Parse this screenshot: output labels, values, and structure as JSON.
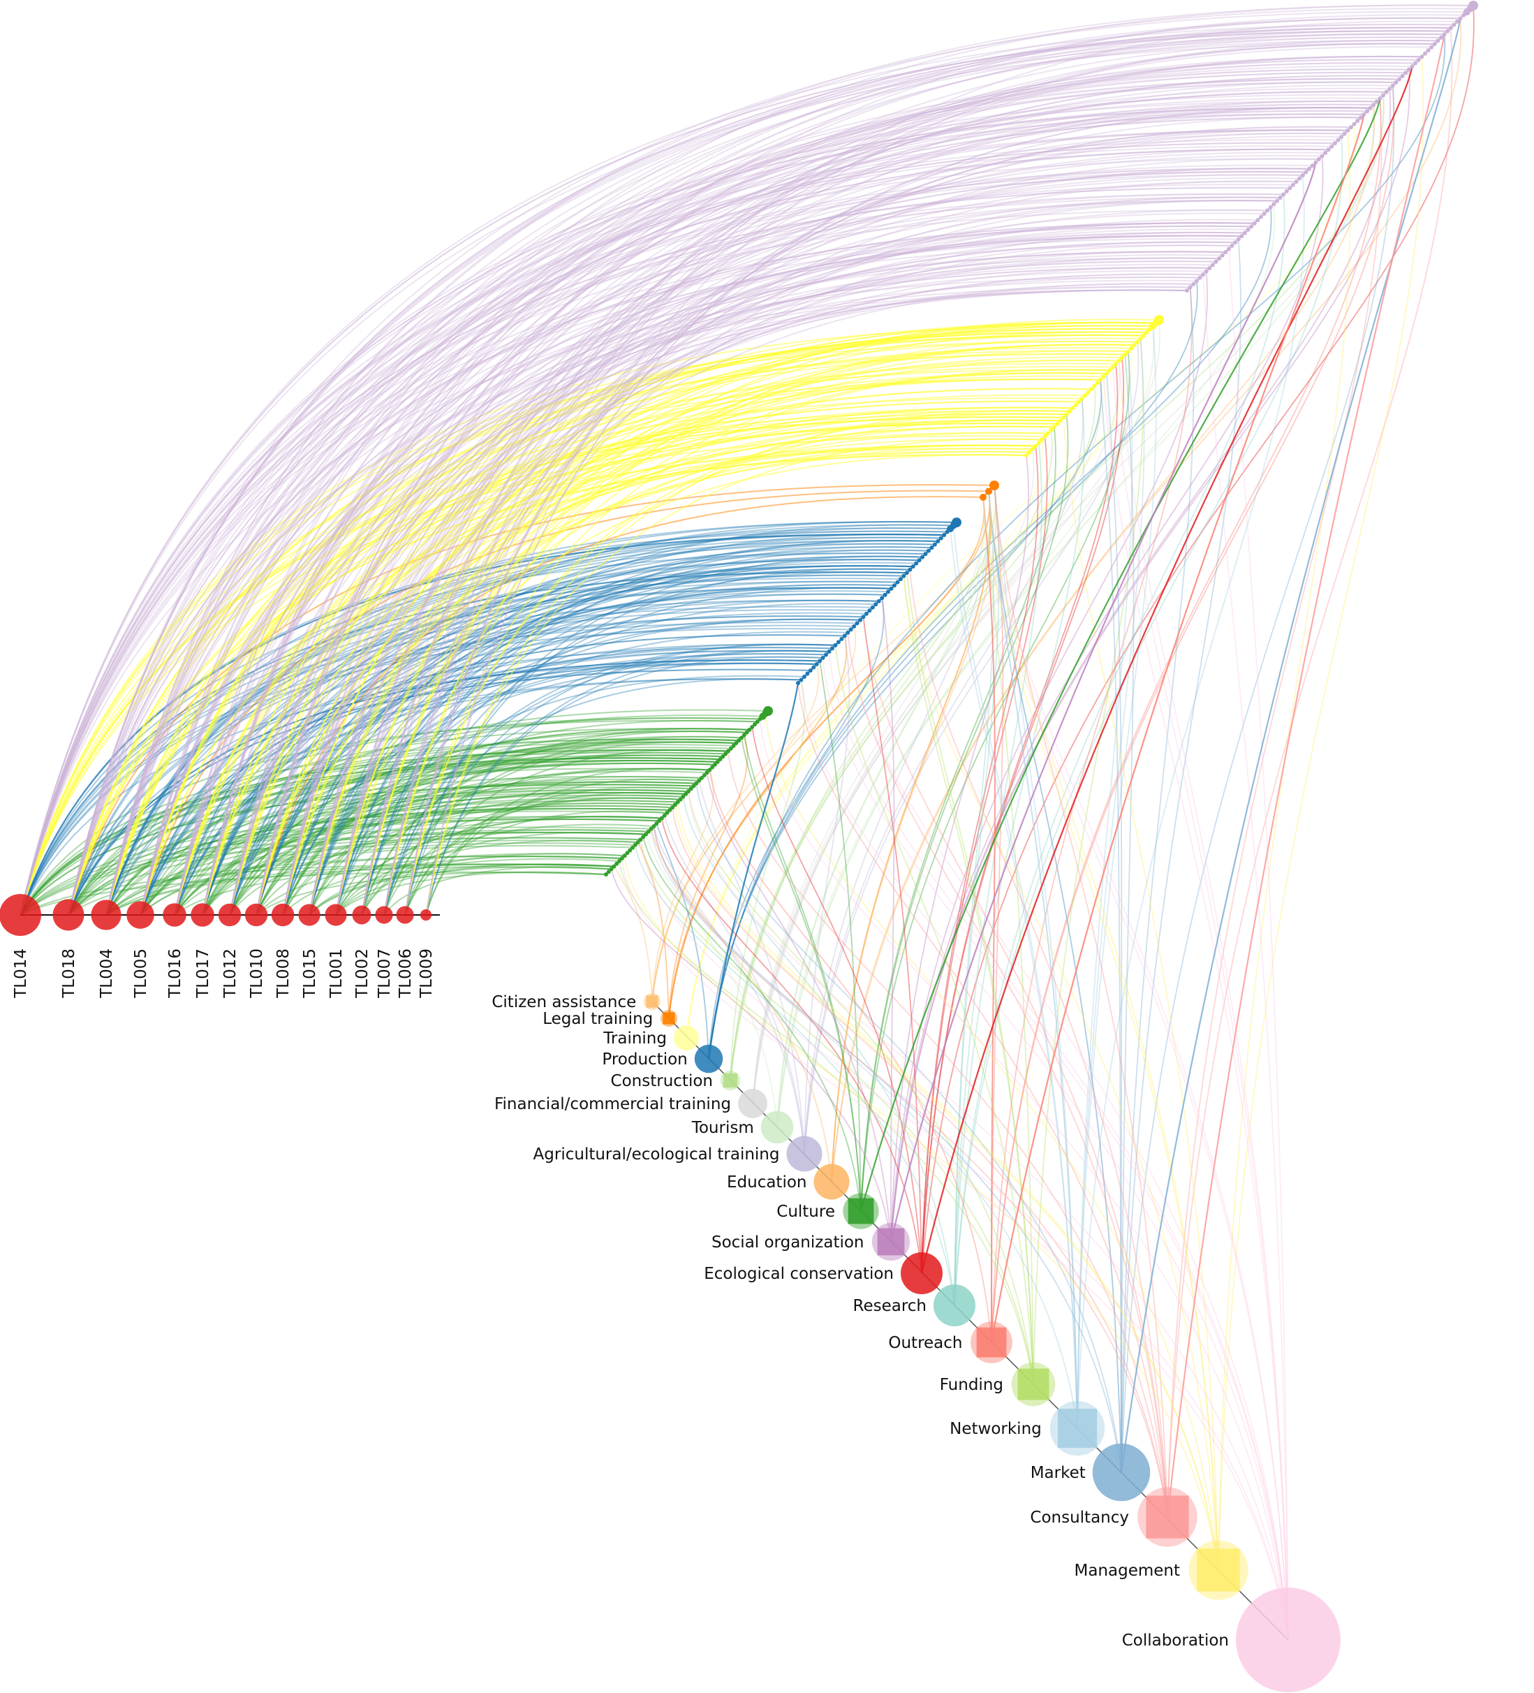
{
  "diagram": {
    "type": "hive-plot",
    "teams": [
      {
        "id": "TL014",
        "size": 1.0
      },
      {
        "id": "TL018",
        "size": 0.75
      },
      {
        "id": "TL004",
        "size": 0.72
      },
      {
        "id": "TL005",
        "size": 0.66
      },
      {
        "id": "TL016",
        "size": 0.56
      },
      {
        "id": "TL017",
        "size": 0.56
      },
      {
        "id": "TL012",
        "size": 0.54
      },
      {
        "id": "TL010",
        "size": 0.54
      },
      {
        "id": "TL008",
        "size": 0.54
      },
      {
        "id": "TL015",
        "size": 0.52
      },
      {
        "id": "TL001",
        "size": 0.52
      },
      {
        "id": "TL002",
        "size": 0.45
      },
      {
        "id": "TL007",
        "size": 0.42
      },
      {
        "id": "TL006",
        "size": 0.42
      },
      {
        "id": "TL009",
        "size": 0.27
      }
    ],
    "categories": [
      {
        "name": "Citizen assistance",
        "color": "#fdbf6f",
        "shape": "square",
        "size": 0.17
      },
      {
        "name": "Legal training",
        "color": "#ff7f00",
        "shape": "square",
        "size": 0.17
      },
      {
        "name": "Training",
        "color": "#ffff99",
        "shape": "circle",
        "size": 0.24
      },
      {
        "name": "Production",
        "color": "#1f78b4",
        "shape": "circle",
        "size": 0.27
      },
      {
        "name": "Construction",
        "color": "#b2df8a",
        "shape": "square",
        "size": 0.2
      },
      {
        "name": "Financial/commercial training",
        "color": "#d9d9d9",
        "shape": "circle",
        "size": 0.28
      },
      {
        "name": "Tourism",
        "color": "#ccebc5",
        "shape": "circle",
        "size": 0.31
      },
      {
        "name": "Agricultural/ecological training",
        "color": "#bebada",
        "shape": "circle",
        "size": 0.34
      },
      {
        "name": "Education",
        "color": "#fdb462",
        "shape": "circle",
        "size": 0.34
      },
      {
        "name": "Culture",
        "color": "#33a02c",
        "shape": "square",
        "size": 0.36
      },
      {
        "name": "Social organization",
        "color": "#bc80bd",
        "shape": "square",
        "size": 0.38
      },
      {
        "name": "Ecological conservation",
        "color": "#e31a1c",
        "shape": "circle",
        "size": 0.4
      },
      {
        "name": "Research",
        "color": "#8dd3c7",
        "shape": "circle",
        "size": 0.4
      },
      {
        "name": "Outreach",
        "color": "#fb8072",
        "shape": "square",
        "size": 0.42
      },
      {
        "name": "Funding",
        "color": "#b3de69",
        "shape": "square",
        "size": 0.44
      },
      {
        "name": "Networking",
        "color": "#a6cee3",
        "shape": "square",
        "size": 0.55
      },
      {
        "name": "Market",
        "color": "#7faed2",
        "shape": "circle",
        "size": 0.55
      },
      {
        "name": "Consultancy",
        "color": "#fb9a99",
        "shape": "square",
        "size": 0.6
      },
      {
        "name": "Management",
        "color": "#ffed6f",
        "shape": "square",
        "size": 0.6
      },
      {
        "name": "Collaboration",
        "color": "#fccde5",
        "shape": "circle",
        "size": 1.0
      }
    ],
    "team_color": "#e31a1c",
    "team_axis_color": "#111111",
    "item_axes": [
      {
        "color": "#33a02c",
        "count": 62
      },
      {
        "color": "#1f78b4",
        "count": 52
      },
      {
        "color": "#ff7f00",
        "count": 3
      },
      {
        "color": "#ffff33",
        "count": 44
      },
      {
        "color": "#cab2d6",
        "count": 90
      }
    ]
  }
}
